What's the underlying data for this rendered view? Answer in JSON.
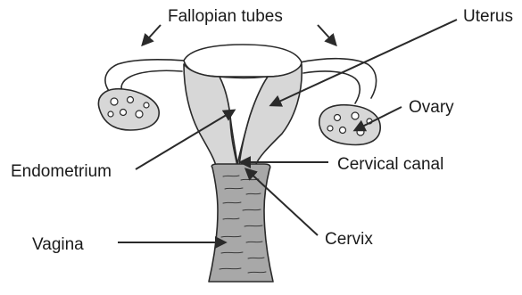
{
  "labels": {
    "fallopian_tubes": "Fallopian tubes",
    "uterus": "Uterus",
    "ovary": "Ovary",
    "endometrium": "Endometrium",
    "cervical_canal": "Cervical canal",
    "cervix": "Cervix",
    "vagina": "Vagina"
  },
  "colors": {
    "tissue_fill": "#d7d7d7",
    "vagina_fill": "#a8a8a8",
    "outline": "#2a2a2a",
    "background": "#ffffff"
  }
}
